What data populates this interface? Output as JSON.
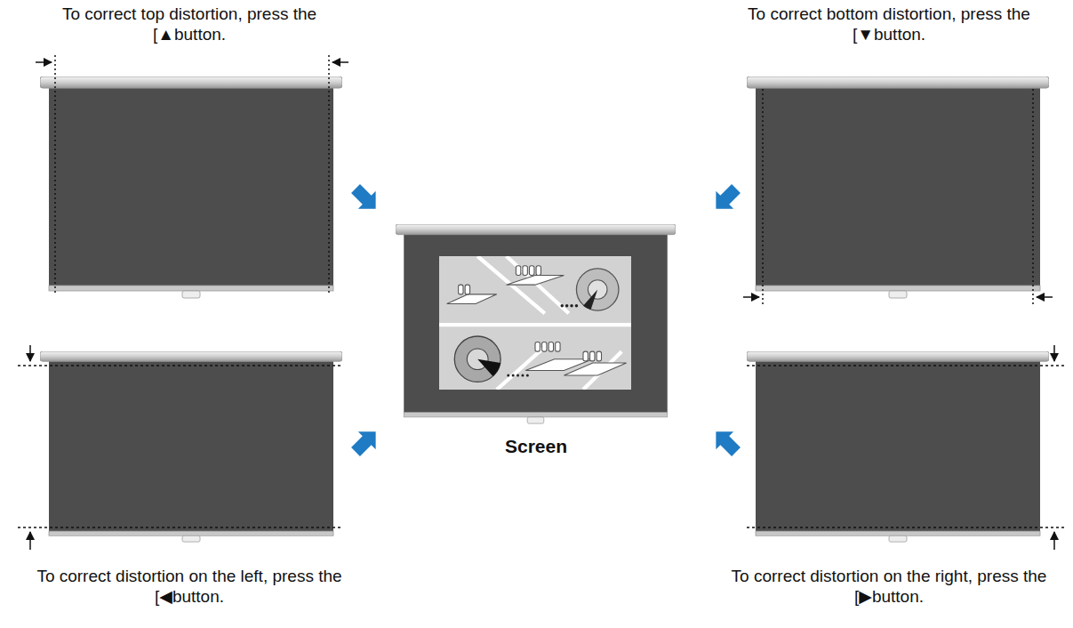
{
  "diagram": {
    "labels": [
      "To correct top distortion, press the [▲button.",
      "To correct bottom distortion, press the [▼button.",
      "Screen",
      "To correct distortion on the left, press the [◀button.",
      "To correct distortion on the right, press the [▶button."
    ]
  }
}
